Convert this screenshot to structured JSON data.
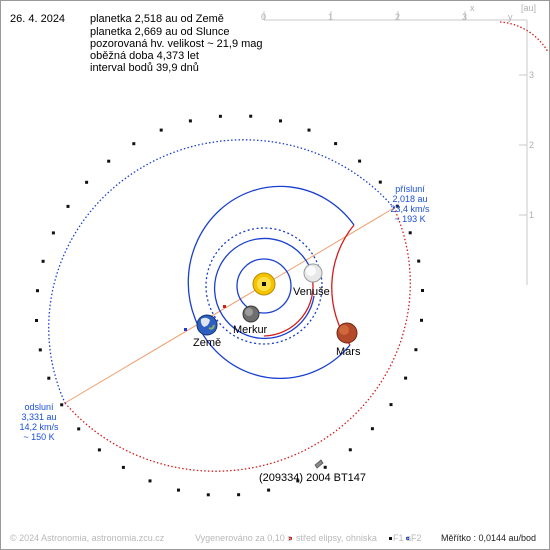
{
  "date": "26. 4. 2024",
  "info": {
    "line1": "planetka 2,518 au od Země",
    "line2": "planetka 2,669 au od Slunce",
    "line3": "pozorovaná hv. velikost ~ 21,9 mag",
    "line4": "oběžná doba 4,373 let",
    "line5": "interval bodů 39,9 dnů"
  },
  "scales": {
    "top_unit": "[au]",
    "x_label": "x",
    "y_label": "y",
    "top_ticks": [
      "0",
      "1",
      "2",
      "3"
    ],
    "right_ticks": [
      "1",
      "2",
      "3"
    ]
  },
  "planets": {
    "venus": "Venuše",
    "mercury": "Merkur",
    "earth": "Země",
    "mars": "Mars"
  },
  "perihelion": {
    "title": "přísluní",
    "distance": "2,018 au",
    "speed": "23,4 km/s",
    "temp": "~ 193 K"
  },
  "aphelion": {
    "title": "odsluní",
    "distance": "3,331 au",
    "speed": "14,2 km/s",
    "temp": "~ 150 K"
  },
  "asteroid_name": "(209334) 2004 BT147",
  "footer": {
    "copyright": "© 2024 Astronomia, astronomia.zcu.cz",
    "generated": "Vygenerováno za 0,10 s",
    "legend1": "střed elipsy, ohniska",
    "legend_f1": "F1 a",
    "legend_f2": "F2",
    "scale": "Měřítko : 0,0144 au/bod"
  },
  "colors": {
    "orbit_blue": "#1a3fcf",
    "orbit_red": "#d31c1c",
    "axis_line": "#f0a070",
    "label_blue": "#1a4fd6",
    "sun": "#f5c400"
  }
}
